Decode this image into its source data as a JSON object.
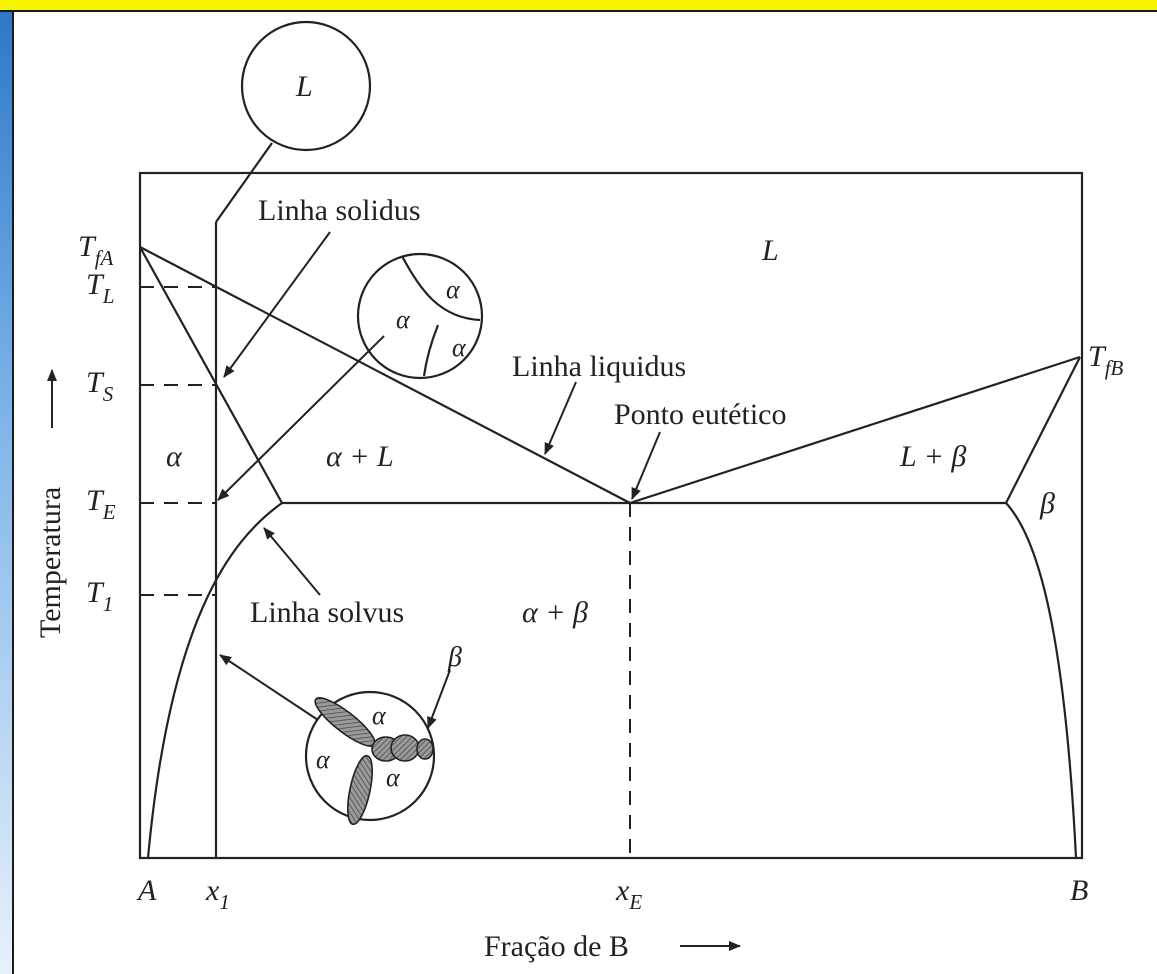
{
  "colors": {
    "top_bar": "#f5f500",
    "side_gradient_top": "#2e78c8",
    "side_gradient_bottom": "#e8f1fb",
    "ink": "#222222"
  },
  "diagram": {
    "bubble_liquid_label": "L",
    "temperatures": {
      "t_fa": [
        "T",
        "fA"
      ],
      "t_l": [
        "T",
        "L"
      ],
      "t_s": [
        "T",
        "S"
      ],
      "t_e": [
        "T",
        "E"
      ],
      "t_1": [
        "T",
        "1"
      ],
      "t_fb": [
        "T",
        "fB"
      ]
    },
    "regions": {
      "liquid": "L",
      "alpha": "α",
      "alpha_liquid": "α + L",
      "liquid_beta": "L + β",
      "beta": "β",
      "alpha_beta": "α + β"
    },
    "annotations": {
      "solidus": "Linha solidus",
      "liquidus": "Linha liquidus",
      "eutectic_point": "Ponto eutético",
      "solvus": "Linha solvus"
    },
    "micro_alpha": [
      "α",
      "α",
      "α"
    ],
    "micro_alpha_beta": [
      "α",
      "α",
      "α",
      "β"
    ],
    "x_ticks": {
      "a": [
        "A",
        ""
      ],
      "x1": [
        "x",
        "1"
      ],
      "xe": [
        "x",
        "E"
      ],
      "b": [
        "B",
        ""
      ]
    },
    "axis_y_label": "Temperatura",
    "axis_x_label": "Fração de B"
  }
}
